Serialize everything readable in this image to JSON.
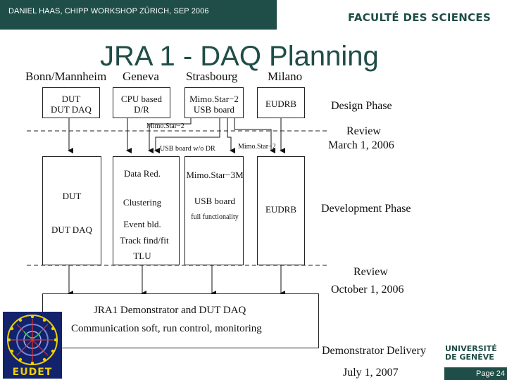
{
  "header": {
    "author_line": "DANIEL HAAS, CHIPP WORKSHOP ZÜRICH, SEP 2006",
    "faculty": "FACULTÉ DES SCIENCES"
  },
  "title": "JRA 1 - DAQ Planning",
  "sites": [
    "Bonn/Mannheim",
    "Geneva",
    "Strasbourg",
    "Milano"
  ],
  "design_boxes": {
    "bonn": [
      "DUT",
      "DUT DAQ"
    ],
    "geneva": [
      "CPU based",
      "D/R"
    ],
    "strasbourg": [
      "Mimo.Star−2",
      "USB board"
    ],
    "milano": "EUDRB"
  },
  "arrow_labels": {
    "mimostar2_a": "Mimo.Star−2",
    "usb_wo_dr": "USB board w/o DR",
    "mimostar2_b": "Mimo.Star−2"
  },
  "dev_boxes": {
    "bonn": [
      "DUT",
      "DUT DAQ"
    ],
    "geneva": [
      "Data Red.",
      "Clustering",
      "Event bld.",
      "Track find/fit",
      "TLU"
    ],
    "strasbourg": [
      "Mimo.Star−3M",
      "USB board",
      "full functionality"
    ],
    "milano": "EUDRB"
  },
  "phases": {
    "design": "Design Phase",
    "review1": [
      "Review",
      "March 1, 2006"
    ],
    "development": "Development Phase",
    "review2": [
      "Review",
      "October 1, 2006"
    ],
    "delivery": [
      "Demonstrator Delivery",
      "July 1, 2007"
    ]
  },
  "demonstrator": {
    "line1": "JRA1 Demonstrator and DUT DAQ",
    "line2": "Communication soft, run control, monitoring"
  },
  "logos": {
    "unige": [
      "UNIVERSITÉ",
      "DE GENÈVE"
    ],
    "eudet": "EUDET"
  },
  "footer": {
    "page": "Page 24"
  },
  "colors": {
    "brand": "#1f4d47",
    "eudet_blue": "#12236b",
    "eudet_yellow": "#f0d000"
  }
}
